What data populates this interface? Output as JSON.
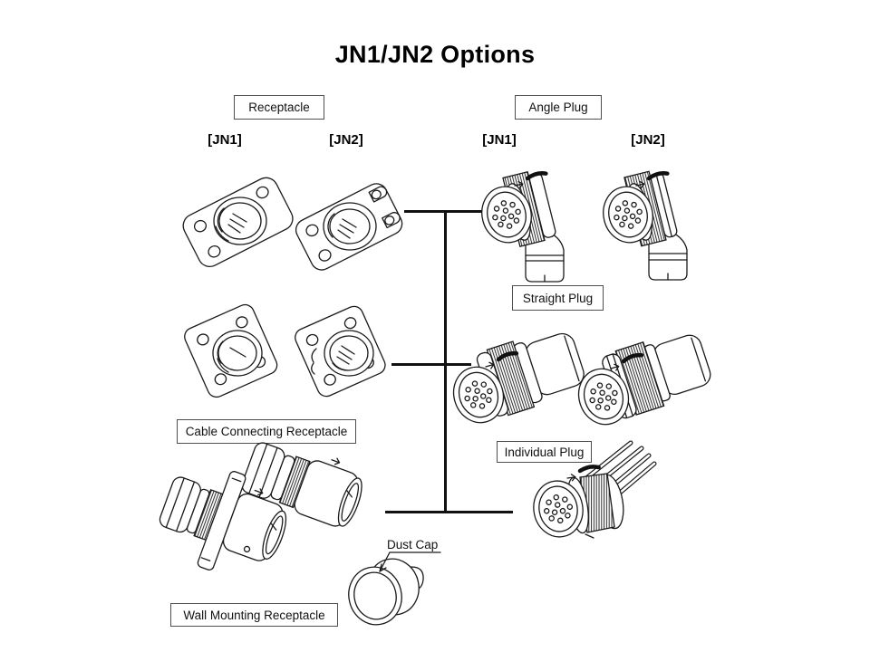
{
  "title": "JN1/JN2 Options",
  "labels": {
    "receptacle": "Receptacle",
    "angle_plug": "Angle Plug",
    "straight_plug": "Straight Plug",
    "cable_connecting_receptacle": "Cable Connecting Receptacle",
    "individual_plug": "Individual Plug",
    "dust_cap": "Dust Cap",
    "wall_mounting_receptacle": "Wall Mounting Receptacle"
  },
  "variants": {
    "jn1": "[JN1]",
    "jn2": "[JN2]"
  },
  "colors": {
    "background": "#ffffff",
    "line_art": "#1a1a1a",
    "label_border": "#4f4f4f",
    "connector_tree_line": "#111111"
  },
  "figures": [
    "receptacle-jn1",
    "receptacle-jn2",
    "square-flange-receptacle-jn1",
    "square-flange-receptacle-jn2",
    "angle-plug-jn1",
    "angle-plug-jn2",
    "straight-plug-jn1",
    "straight-plug-jn2",
    "cable-connecting-receptacle",
    "wall-mounting-receptacle",
    "individual-plug",
    "dust-cap"
  ]
}
